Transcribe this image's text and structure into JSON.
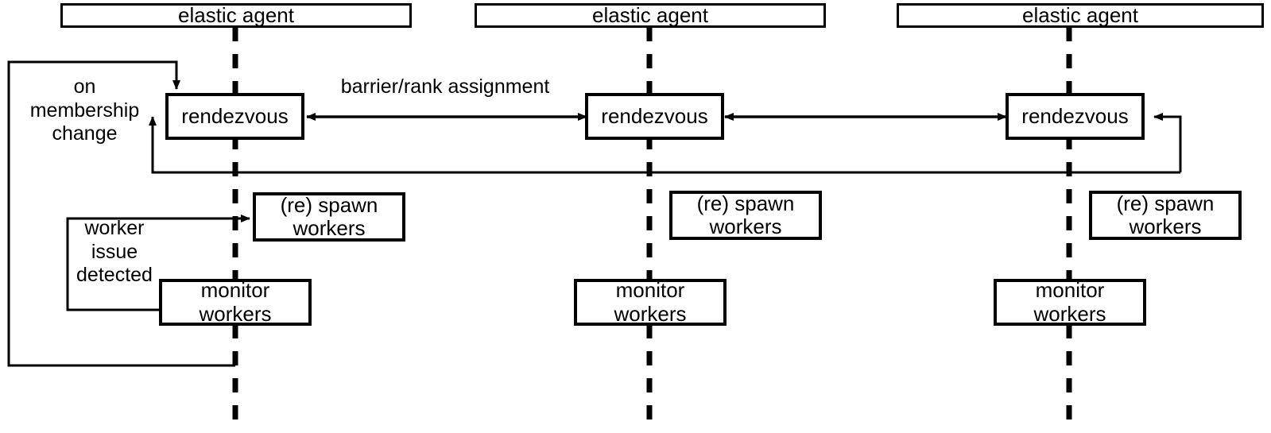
{
  "diagram": {
    "title": "elastic agent rendezvous sequence diagram",
    "background_color": "#ffffff",
    "stroke_color": "#000000",
    "agents": [
      {
        "id": "agent-1",
        "header_label": "elastic agent",
        "rendezvous_label": "rendezvous",
        "spawn_label": "(re) spawn\nworkers",
        "monitor_label": "monitor\nworkers"
      },
      {
        "id": "agent-2",
        "header_label": "elastic agent",
        "rendezvous_label": "rendezvous",
        "spawn_label": "(re) spawn\nworkers",
        "monitor_label": "monitor\nworkers"
      },
      {
        "id": "agent-3",
        "header_label": "elastic agent",
        "rendezvous_label": "rendezvous",
        "spawn_label": "(re) spawn\nworkers",
        "monitor_label": "monitor\nworkers"
      }
    ],
    "edge_labels": {
      "membership_change": "on\nmembership\nchange",
      "barrier_rank": "barrier/rank assignment",
      "worker_issue": "worker\nissue\ndetected"
    }
  }
}
